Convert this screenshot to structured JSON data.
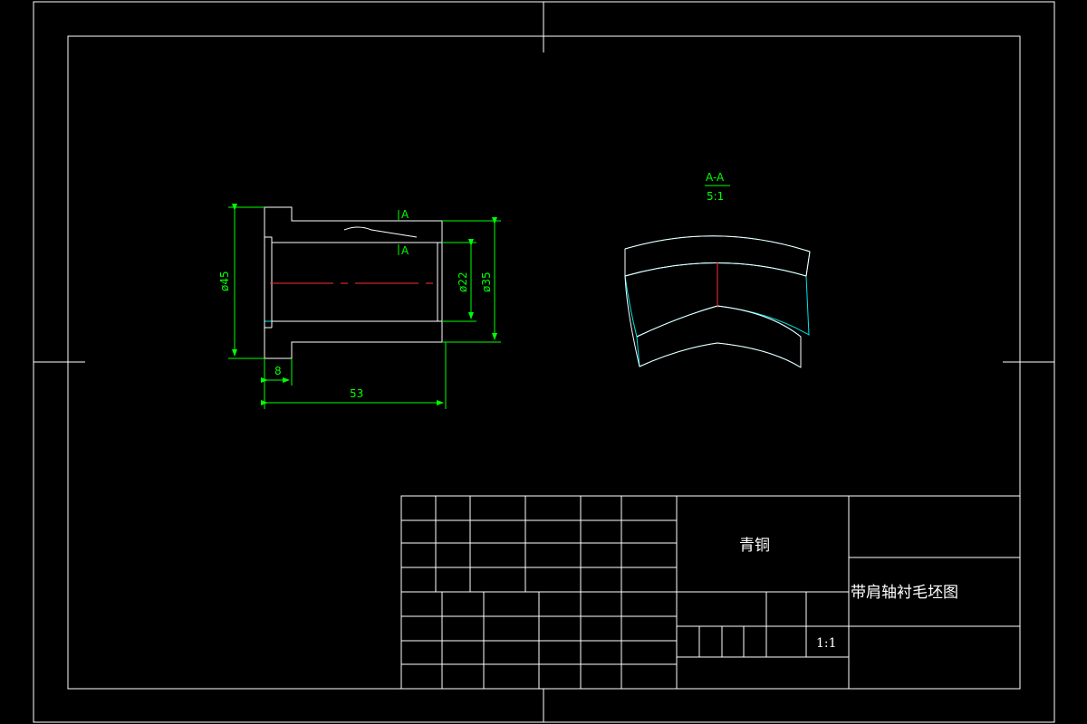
{
  "drawing": {
    "material": "青铜",
    "part_name": "带肩轴衬毛坯图",
    "scale": "1:1"
  },
  "section_view": {
    "label": "A-A",
    "scale": "5:1"
  },
  "section_marks": {
    "top": "A",
    "bottom": "A"
  },
  "dimensions": {
    "outer_flange_dia": "ø45",
    "inner_dia": "ø22",
    "outer_body_dia": "ø35",
    "flange_width": "8",
    "total_length": "53"
  },
  "colors": {
    "background": "#000000",
    "frame": "#ffffff",
    "dimension": "#00ff00",
    "hatch": "#00e5e5",
    "centerline": "#ff3030"
  }
}
